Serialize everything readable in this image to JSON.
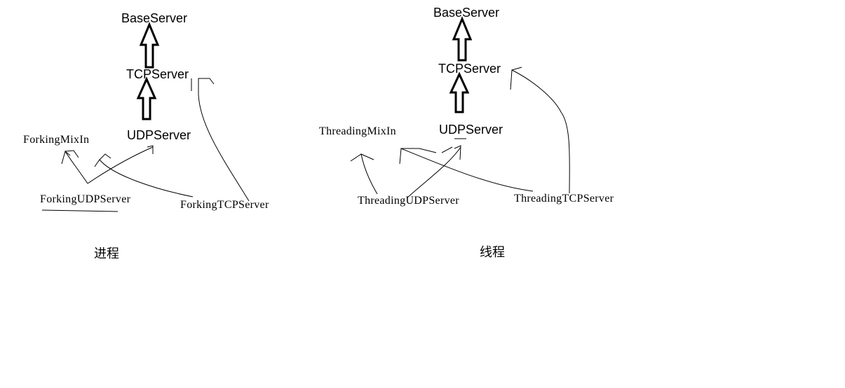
{
  "left": {
    "base": "BaseServer",
    "tcp": "TCPServer",
    "udp": "UDPServer",
    "mixin": "ForkingMixIn",
    "udp_server": "ForkingUDPServer",
    "tcp_server": "ForkingTCPServer",
    "caption": "进程"
  },
  "right": {
    "base": "BaseServer",
    "tcp": "TCPServer",
    "udp": "UDPServer",
    "mixin": "ThreadingMixIn",
    "udp_server": "ThreadingUDPServer",
    "tcp_server": "ThreadingTCPServer",
    "caption": "线程"
  },
  "colors": {
    "ink": "#000000",
    "background": "#ffffff"
  }
}
